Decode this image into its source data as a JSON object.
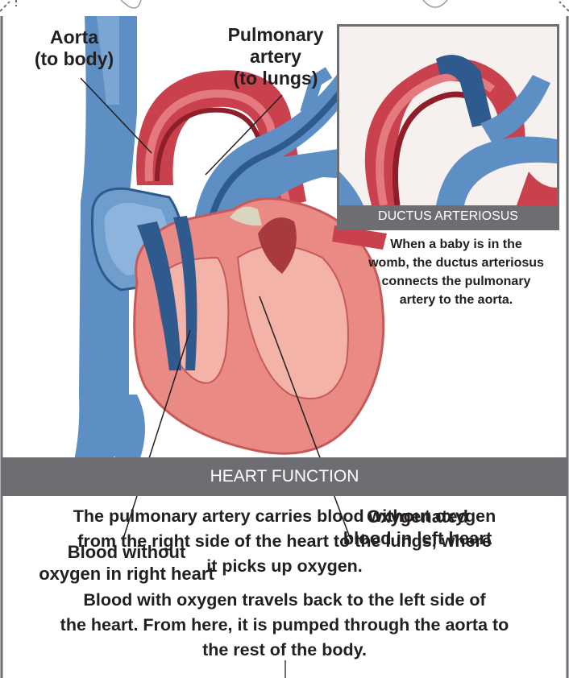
{
  "labels": {
    "aorta": [
      "Aorta",
      "(to body)"
    ],
    "pulmonary_artery": [
      "Pulmonary",
      "artery",
      "(to lungs)"
    ],
    "oxygenated": [
      "Oxygenated",
      "blood in left heart"
    ],
    "deoxygenated": [
      "Blood without",
      "oxygen in right heart"
    ]
  },
  "inset": {
    "title": "DUCTUS ARTERIOSUS",
    "caption": [
      "When a baby is in the",
      "womb, the ductus arteriosus",
      "connects the pulmonary",
      "artery to the aorta."
    ]
  },
  "section": {
    "title": "HEART FUNCTION",
    "paragraphs": [
      [
        "The pulmonary artery carries blood without oxygen",
        "from the right side of the heart to the lungs, where",
        "it picks up oxygen."
      ],
      [
        "Blood with oxygen travels back to the left side of",
        "the heart. From here, it is pumped through the aorta to",
        "the rest of the body."
      ]
    ]
  },
  "colors": {
    "bar": "#6d6e71",
    "border": "#6d6e71",
    "artery_red": "#c8414c",
    "heart_pink": "#e98a84",
    "vein_blue": "#5e8fc4",
    "vein_dark": "#2f5a8e"
  }
}
